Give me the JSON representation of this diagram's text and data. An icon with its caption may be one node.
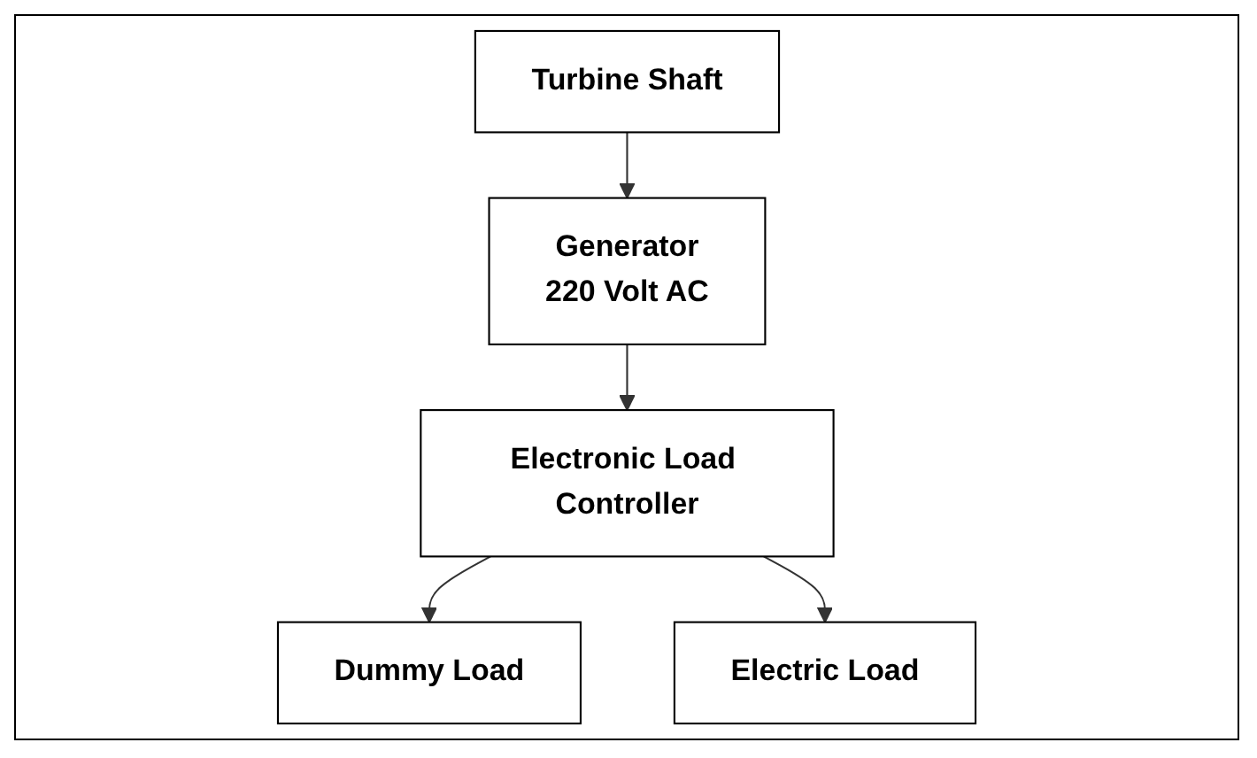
{
  "diagram": {
    "nodes": [
      {
        "text": [
          "Turbine Shaft"
        ]
      },
      {
        "text": [
          "Generator",
          "220 Volt AC"
        ]
      },
      {
        "text": [
          "Electronic Load Controller"
        ]
      },
      {
        "text": [
          "Dummy Load"
        ]
      },
      {
        "text": [
          "Electric Load"
        ]
      }
    ],
    "edges": [
      {
        "from": 0,
        "to": 1,
        "arrow": "to"
      },
      {
        "from": 1,
        "to": 2,
        "arrow": "to"
      },
      {
        "from": 2,
        "to": 3,
        "arrow": "to"
      },
      {
        "from": 2,
        "to": 4,
        "arrow": "to"
      }
    ]
  }
}
